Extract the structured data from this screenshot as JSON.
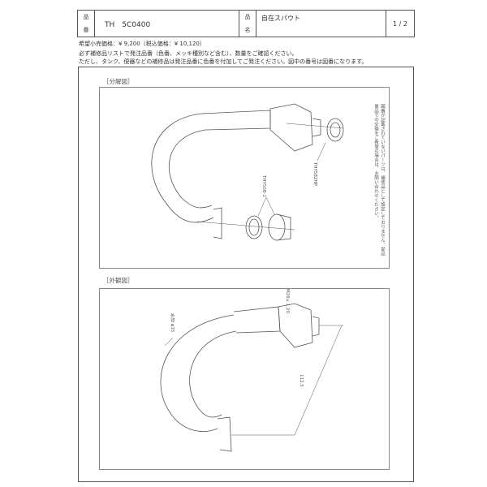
{
  "header": {
    "code_label": [
      "品",
      "番"
    ],
    "product_code": "TH　5C0400",
    "name_label": [
      "品",
      "名"
    ],
    "product_name": "自在スパウト",
    "page": "1 / 2"
  },
  "price_line": "希望小売価格：¥ 9,200（税込価格：¥ 10,120）",
  "notes": [
    "必ず補修品リストで発注品番（色番、メッキ種別など含む）、数量をご確認ください。",
    "ただし、タンク、便器などの補修品は発注品番に色番を付加してご発注ください。図中の番号は図番になります。"
  ],
  "exploded_view": {
    "label": "［分解図］",
    "parts": [
      "THY582HP",
      "THY508-1"
    ],
    "side_note": "図番が記載されていないパーツは、補修品として設定しておりません。部品単品での交換をご希望の場合は、お問い合わせください。"
  },
  "external_view": {
    "label": "［外観図］",
    "annotations": [
      "M26×1.20",
      "外径 φ15",
      "112.5"
    ]
  }
}
